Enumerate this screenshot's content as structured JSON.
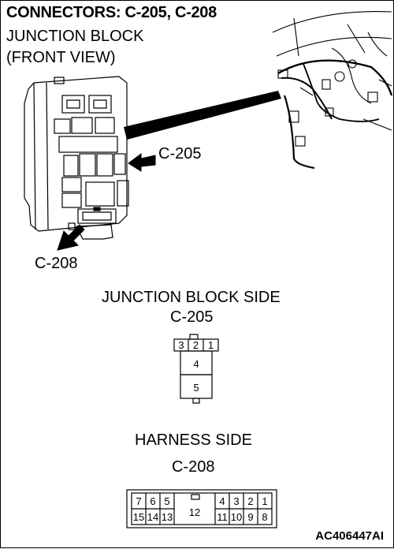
{
  "header": {
    "title": "CONNECTORS: C-205, C-208",
    "subtitle_line1": "JUNCTION BLOCK",
    "subtitle_line2": "(FRONT VIEW)"
  },
  "callouts": {
    "c205": "C-205",
    "c208": "C-208"
  },
  "connector_c205": {
    "side_label": "JUNCTION BLOCK SIDE",
    "name": "C-205",
    "pins": [
      "3",
      "2",
      "1",
      "4",
      "5"
    ]
  },
  "connector_c208": {
    "side_label": "HARNESS SIDE",
    "name": "C-208",
    "pins_top_left": [
      "7",
      "6",
      "5"
    ],
    "pins_top_right": [
      "4",
      "3",
      "2",
      "1"
    ],
    "pins_bottom_left": [
      "15",
      "14",
      "13"
    ],
    "pin_center": "12",
    "pins_bottom_right": [
      "11",
      "10",
      "9",
      "8"
    ]
  },
  "figure_code": "AC406447AI"
}
